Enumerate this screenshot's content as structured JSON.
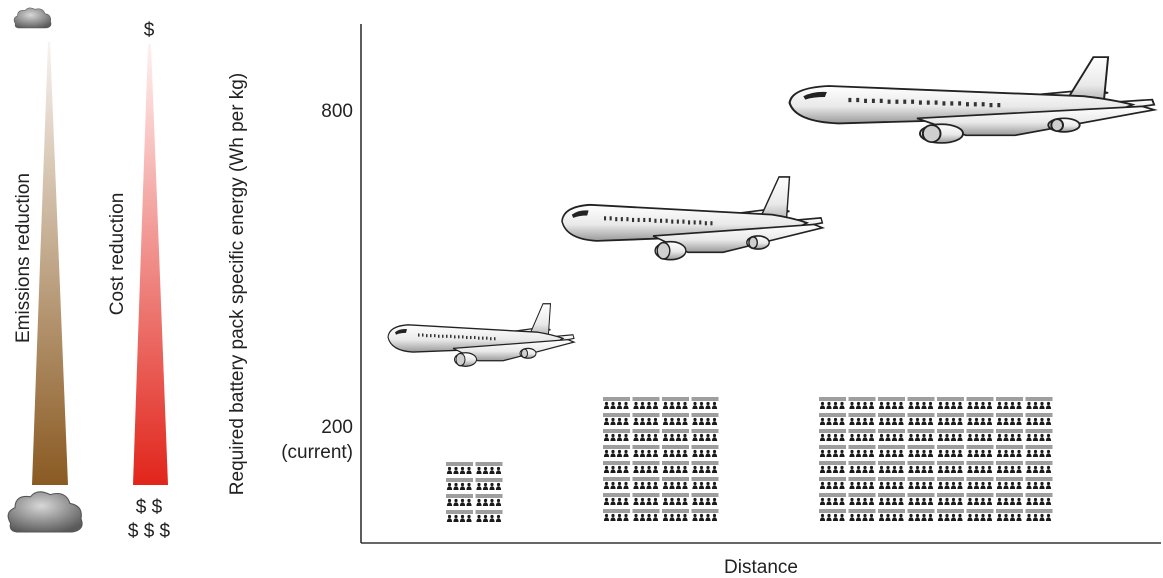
{
  "figure": {
    "emissions_label": "Emissions reduction",
    "cost_label": "Cost reduction",
    "cost_top_symbol": "$",
    "cost_bottom_row1": "$ $",
    "cost_bottom_row2": "$ $ $",
    "y_axis_label": "Required battery pack specific energy (Wh per kg)",
    "x_axis_label": "Distance",
    "tick_800": "800",
    "tick_200": "200",
    "tick_200_note": "(current)",
    "emissions_gradient": {
      "top": "#f7f3ef",
      "bottom": "#8a5a22"
    },
    "cost_gradient": {
      "top": "#fff1f1",
      "bottom": "#e1251b"
    },
    "aircraft": [
      {
        "name": "business-jet",
        "icon": "small-jet-icon"
      },
      {
        "name": "regional-jet",
        "icon": "regional-jet-icon"
      },
      {
        "name": "wide-body-jet",
        "icon": "jumbo-jet-icon"
      }
    ],
    "passenger_blocks": [
      {
        "name": "small-passenger-block",
        "rows": 4,
        "columns": 2
      },
      {
        "name": "medium-passenger-block",
        "rows": 8,
        "columns": 4
      },
      {
        "name": "large-passenger-block",
        "rows": 8,
        "columns": 8
      }
    ]
  }
}
